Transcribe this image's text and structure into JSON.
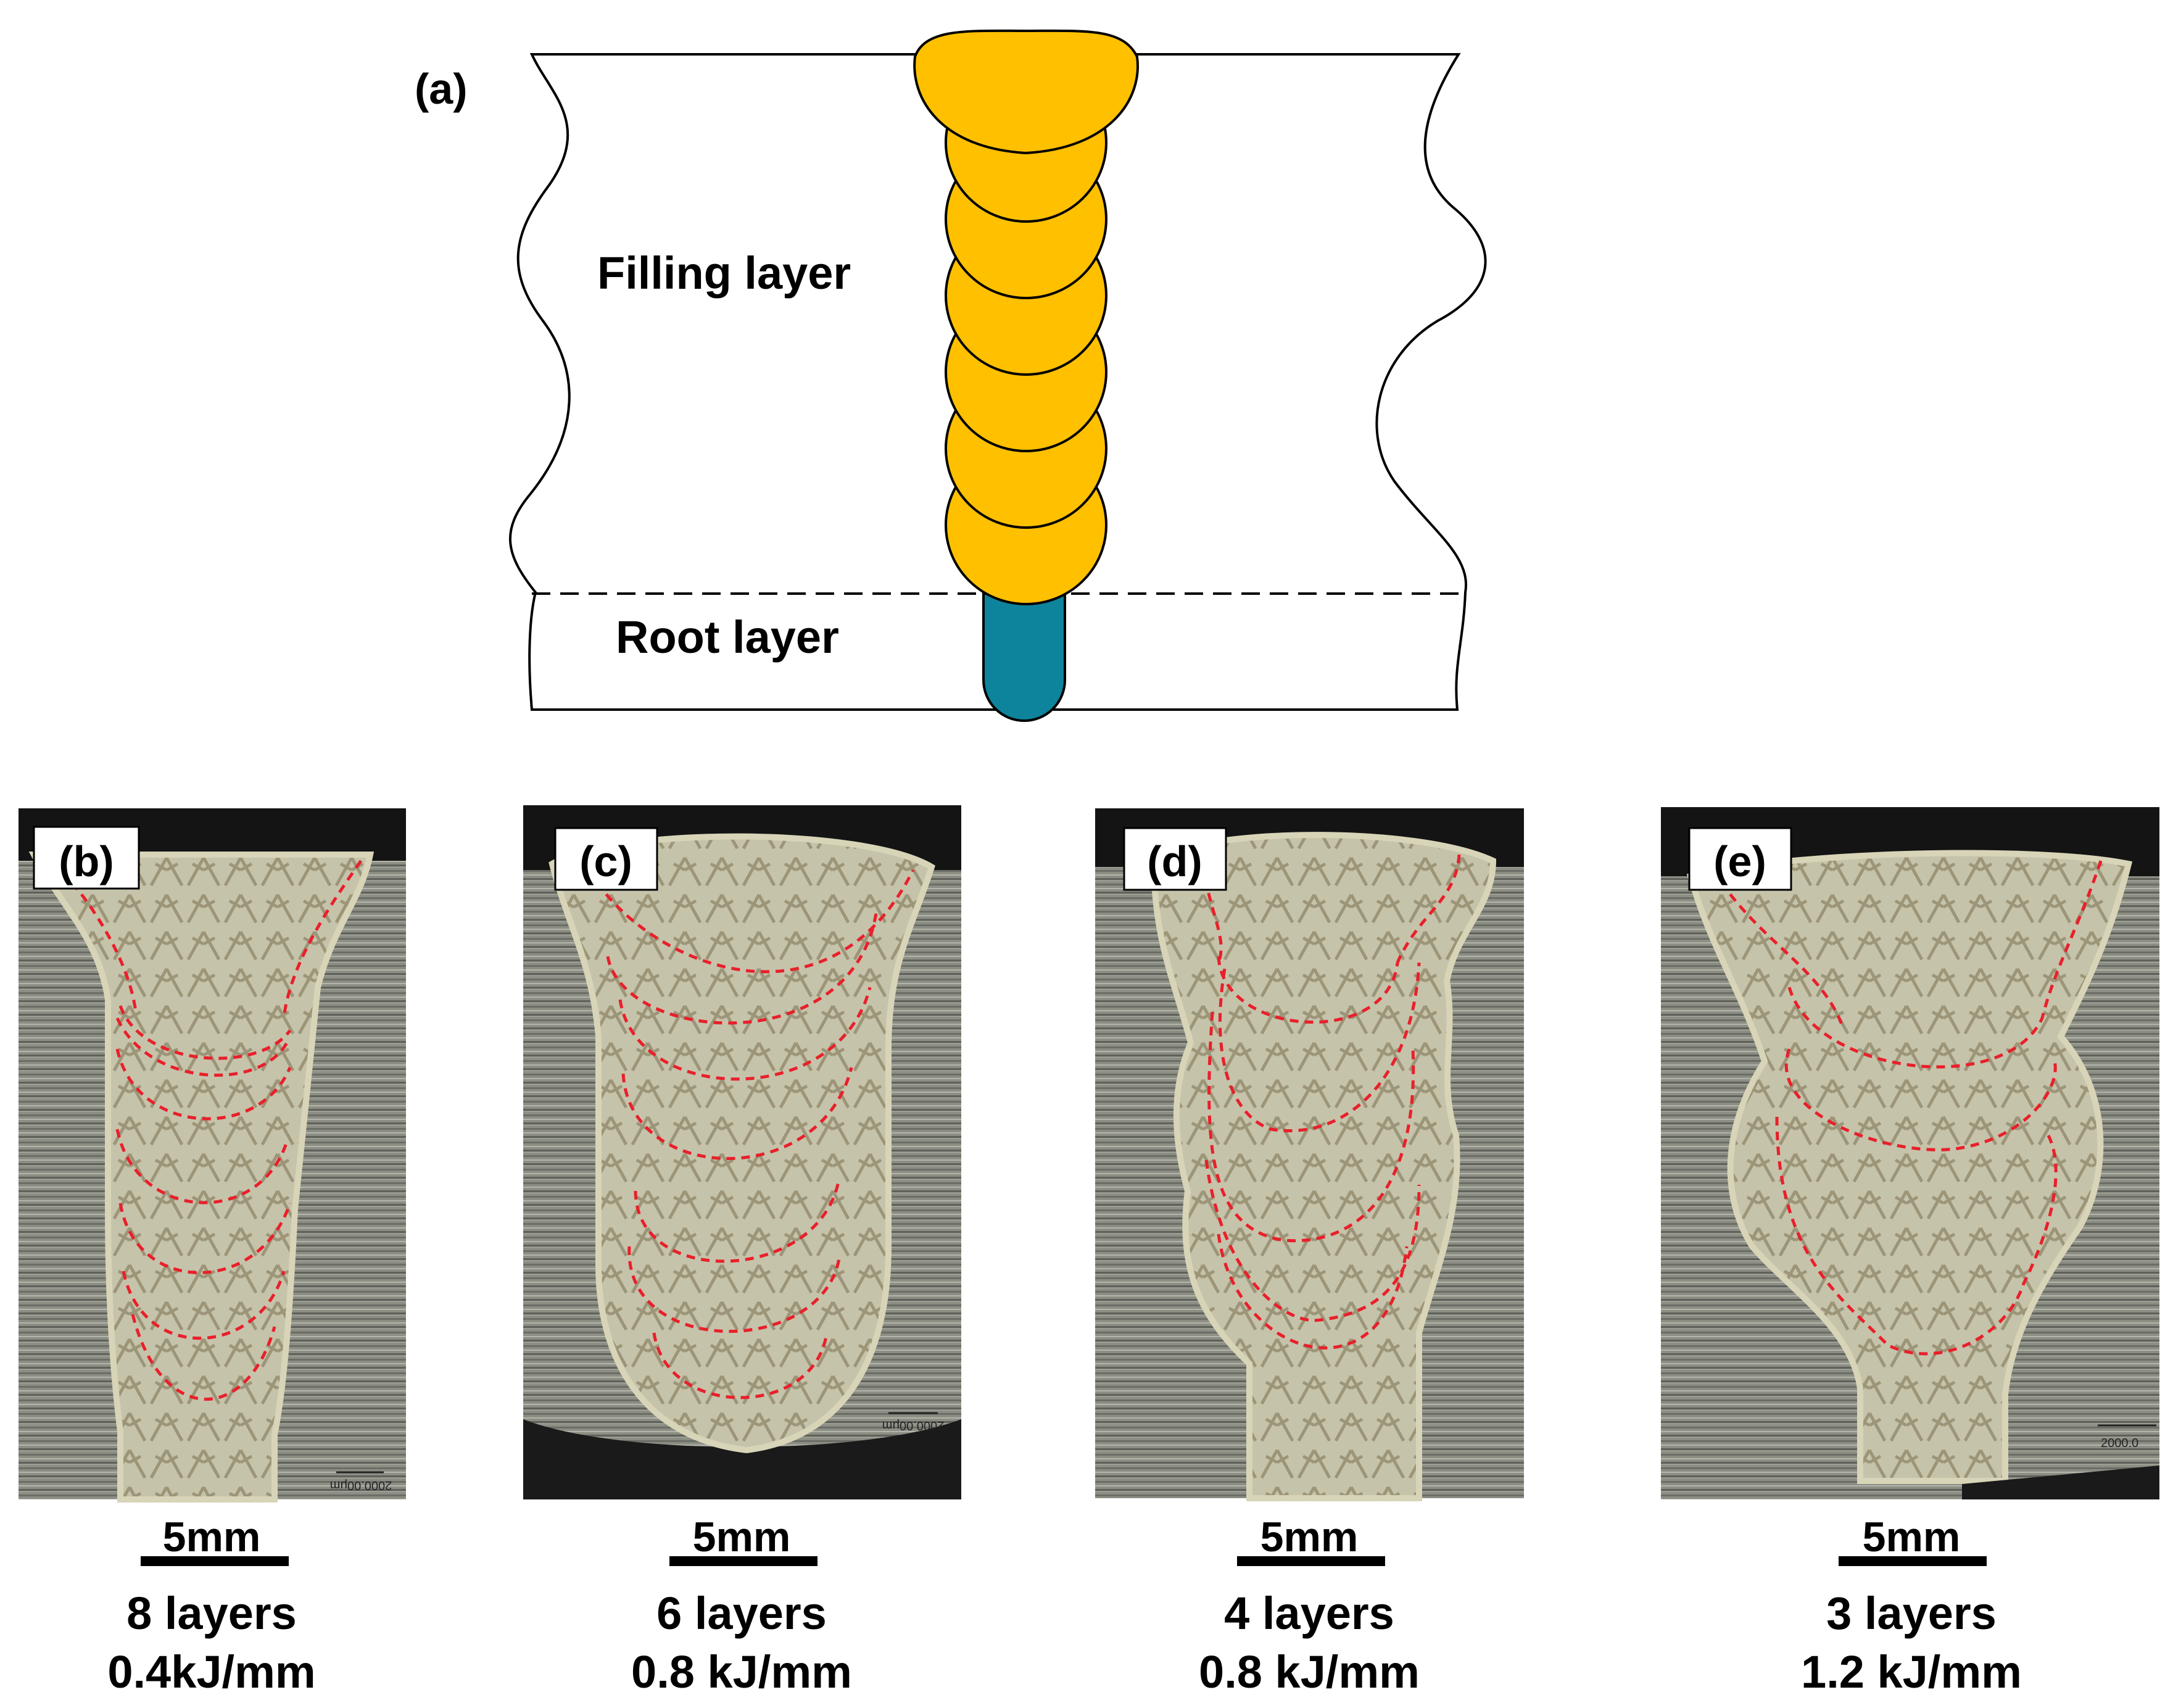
{
  "schematic": {
    "panel_label": "(a)",
    "filling_label": "Filling layer",
    "root_label": "Root layer",
    "colors": {
      "filling": "#FFC000",
      "root": "#0E849C",
      "outline": "#000000"
    }
  },
  "sections": [
    {
      "label": "(b)",
      "scale": "5mm",
      "layers": "8 layers",
      "heat_input": "0.4kJ/mm",
      "micro_scale": "2000.00μm"
    },
    {
      "label": "(c)",
      "scale": "5mm",
      "layers": "6 layers",
      "heat_input": "0.8 kJ/mm",
      "micro_scale": "2000.00μm"
    },
    {
      "label": "(d)",
      "scale": "5mm",
      "layers": "4 layers",
      "heat_input": "0.8 kJ/mm",
      "micro_scale": ""
    },
    {
      "label": "(e)",
      "scale": "5mm",
      "layers": "3 layers",
      "heat_input": "1.2 kJ/mm",
      "micro_scale": "2000.0"
    }
  ],
  "colors": {
    "fusion_line": "#E8202A",
    "base_metal": "#8F9186",
    "weld_metal": "#C4C1A9"
  }
}
